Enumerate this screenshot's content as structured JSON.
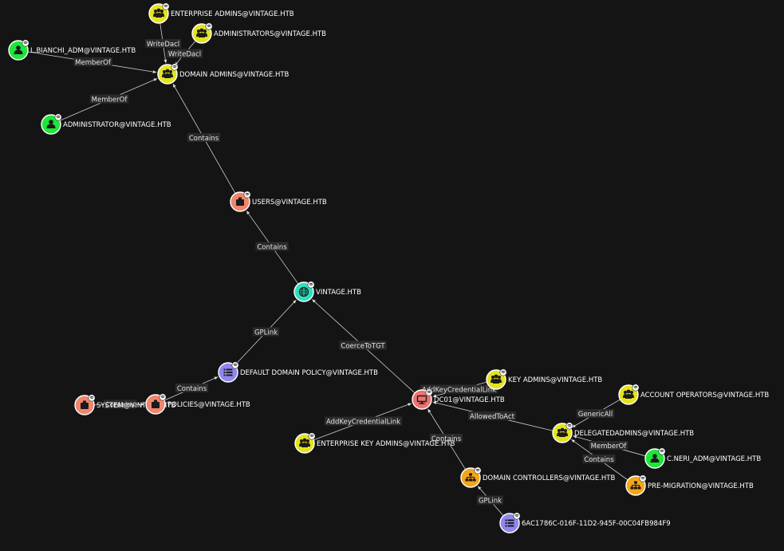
{
  "colors": {
    "group": "#e4e31f",
    "user": "#1ee63a",
    "container": "#f1856d",
    "domain": "#2ddfbf",
    "gpo": "#8f87ee",
    "computer": "#ee7372",
    "ou": "#f4a619",
    "edge": "#cfcfcf",
    "background": "#141414"
  },
  "nodes": [
    {
      "id": "enterprise-admins",
      "label": "ENTERPRISE ADMINS@VINTAGE.HTB",
      "type": "group",
      "icon": "group-icon"
    },
    {
      "id": "administrators",
      "label": "ADMINISTRATORS@VINTAGE.HTB",
      "type": "group",
      "icon": "group-icon"
    },
    {
      "id": "l-bianchi-adm",
      "label": "L.BIANCHI_ADM@VINTAGE.HTB",
      "type": "user",
      "icon": "user-icon"
    },
    {
      "id": "domain-admins",
      "label": "DOMAIN ADMINS@VINTAGE.HTB",
      "type": "group",
      "icon": "group-icon"
    },
    {
      "id": "administrator",
      "label": "ADMINISTRATOR@VINTAGE.HTB",
      "type": "user",
      "icon": "user-icon"
    },
    {
      "id": "users",
      "label": "USERS@VINTAGE.HTB",
      "type": "container",
      "icon": "container-icon"
    },
    {
      "id": "vintage-htb",
      "label": "VINTAGE.HTB",
      "type": "domain",
      "icon": "globe-icon"
    },
    {
      "id": "default-domain-policy",
      "label": "DEFAULT DOMAIN POLICY@VINTAGE.HTB",
      "type": "gpo",
      "icon": "list-icon"
    },
    {
      "id": "system",
      "label": "SYSTEM@VINTAGE.HTB",
      "type": "container",
      "icon": "container-icon"
    },
    {
      "id": "policies",
      "label": "POLICIES@VINTAGE.HTB",
      "type": "container",
      "icon": "container-icon"
    },
    {
      "id": "dc01",
      "label": "DC01@VINTAGE.HTB",
      "type": "computer",
      "icon": "computer-icon"
    },
    {
      "id": "key-admins",
      "label": "KEY ADMINS@VINTAGE.HTB",
      "type": "group",
      "icon": "group-icon"
    },
    {
      "id": "account-operators",
      "label": "ACCOUNT OPERATORS@VINTAGE.HTB",
      "type": "group",
      "icon": "group-icon"
    },
    {
      "id": "delegatedadmins",
      "label": "DELEGATEDADMINS@VINTAGE.HTB",
      "type": "group",
      "icon": "group-icon"
    },
    {
      "id": "enterprise-key-admins",
      "label": "ENTERPRISE KEY ADMINS@VINTAGE.HTB",
      "type": "group",
      "icon": "group-icon"
    },
    {
      "id": "c-neri-adm",
      "label": "C.NERI_ADM@VINTAGE.HTB",
      "type": "user",
      "icon": "user-icon"
    },
    {
      "id": "domain-controllers",
      "label": "DOMAIN CONTROLLERS@VINTAGE.HTB",
      "type": "ou",
      "icon": "ou-icon"
    },
    {
      "id": "pre-migration",
      "label": "PRE-MIGRATION@VINTAGE.HTB",
      "type": "ou",
      "icon": "ou-icon"
    },
    {
      "id": "gpo-6ac1786c",
      "label": "6AC1786C-016F-11D2-945F-00C04FB984F9",
      "type": "gpo",
      "icon": "list-icon"
    }
  ],
  "edges": [
    {
      "source": "enterprise-admins",
      "target": "domain-admins",
      "label": "WriteDacl"
    },
    {
      "source": "administrators",
      "target": "domain-admins",
      "label": "WriteDacl"
    },
    {
      "source": "l-bianchi-adm",
      "target": "domain-admins",
      "label": "MemberOf"
    },
    {
      "source": "administrator",
      "target": "domain-admins",
      "label": "MemberOf"
    },
    {
      "source": "users",
      "target": "domain-admins",
      "label": "Contains"
    },
    {
      "source": "vintage-htb",
      "target": "users",
      "label": "Contains"
    },
    {
      "source": "default-domain-policy",
      "target": "vintage-htb",
      "label": "GPLink"
    },
    {
      "source": "policies",
      "target": "default-domain-policy",
      "label": "Contains"
    },
    {
      "source": "system",
      "target": "policies",
      "label": "Contains"
    },
    {
      "source": "dc01",
      "target": "vintage-htb",
      "label": "CoerceToTGT"
    },
    {
      "source": "key-admins",
      "target": "dc01",
      "label": "AddKeyCredentialLink"
    },
    {
      "source": "enterprise-key-admins",
      "target": "dc01",
      "label": "AddKeyCredentialLink"
    },
    {
      "source": "delegatedadmins",
      "target": "dc01",
      "label": "AllowedToAct"
    },
    {
      "source": "account-operators",
      "target": "delegatedadmins",
      "label": "GenericAll"
    },
    {
      "source": "c-neri-adm",
      "target": "delegatedadmins",
      "label": "MemberOf"
    },
    {
      "source": "pre-migration",
      "target": "delegatedadmins",
      "label": "Contains"
    },
    {
      "source": "domain-controllers",
      "target": "dc01",
      "label": "Contains"
    },
    {
      "source": "gpo-6ac1786c",
      "target": "domain-controllers",
      "label": "GPLink"
    }
  ]
}
